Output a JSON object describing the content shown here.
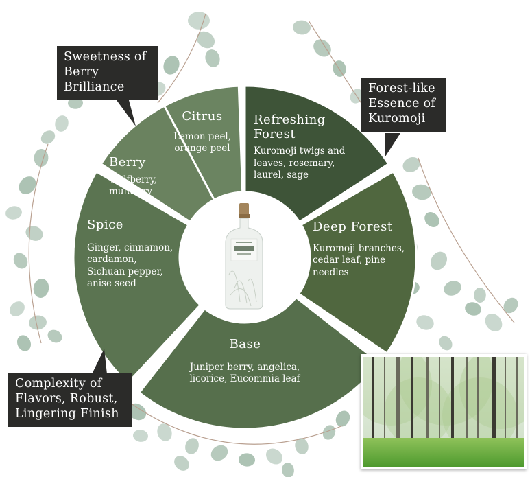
{
  "segments": [
    {
      "title": "Citrus",
      "desc": "Lemon peel, orange peel",
      "color": "#6b8461"
    },
    {
      "title": "Refreshing Forest",
      "desc": "Kuromoji twigs and leaves, rosemary, laurel, sage",
      "color": "#3e5438"
    },
    {
      "title": "Deep Forest",
      "desc": "Kuromoji branches, cedar leaf, pine needles",
      "color": "#50673f"
    },
    {
      "title": "Base",
      "desc": "Juniper berry, angelica, licorice, Eucommia leaf",
      "color": "#566f4c"
    },
    {
      "title": "Spice",
      "desc": "Ginger, cinnamon, cardamon, Sichuan pepper, anise seed",
      "color": "#5b7451"
    },
    {
      "title": "Berry",
      "desc": "Wolfberry, mulberry",
      "color": "#6a825f"
    }
  ],
  "callouts": {
    "berry": "Sweetness of Berry Brilliance",
    "kuromoji": "Forest-like Essence of Kuromoji",
    "finish": "Complexity of Flavors, Robust, Lingering Finish"
  },
  "colors": {
    "callout_bg": "#2b2b29",
    "leaf": "#9fb8a7",
    "hub": "#ffffff"
  },
  "icons": {
    "bottle": "gin-bottle-icon",
    "leaves": "eucalyptus-leaves"
  }
}
